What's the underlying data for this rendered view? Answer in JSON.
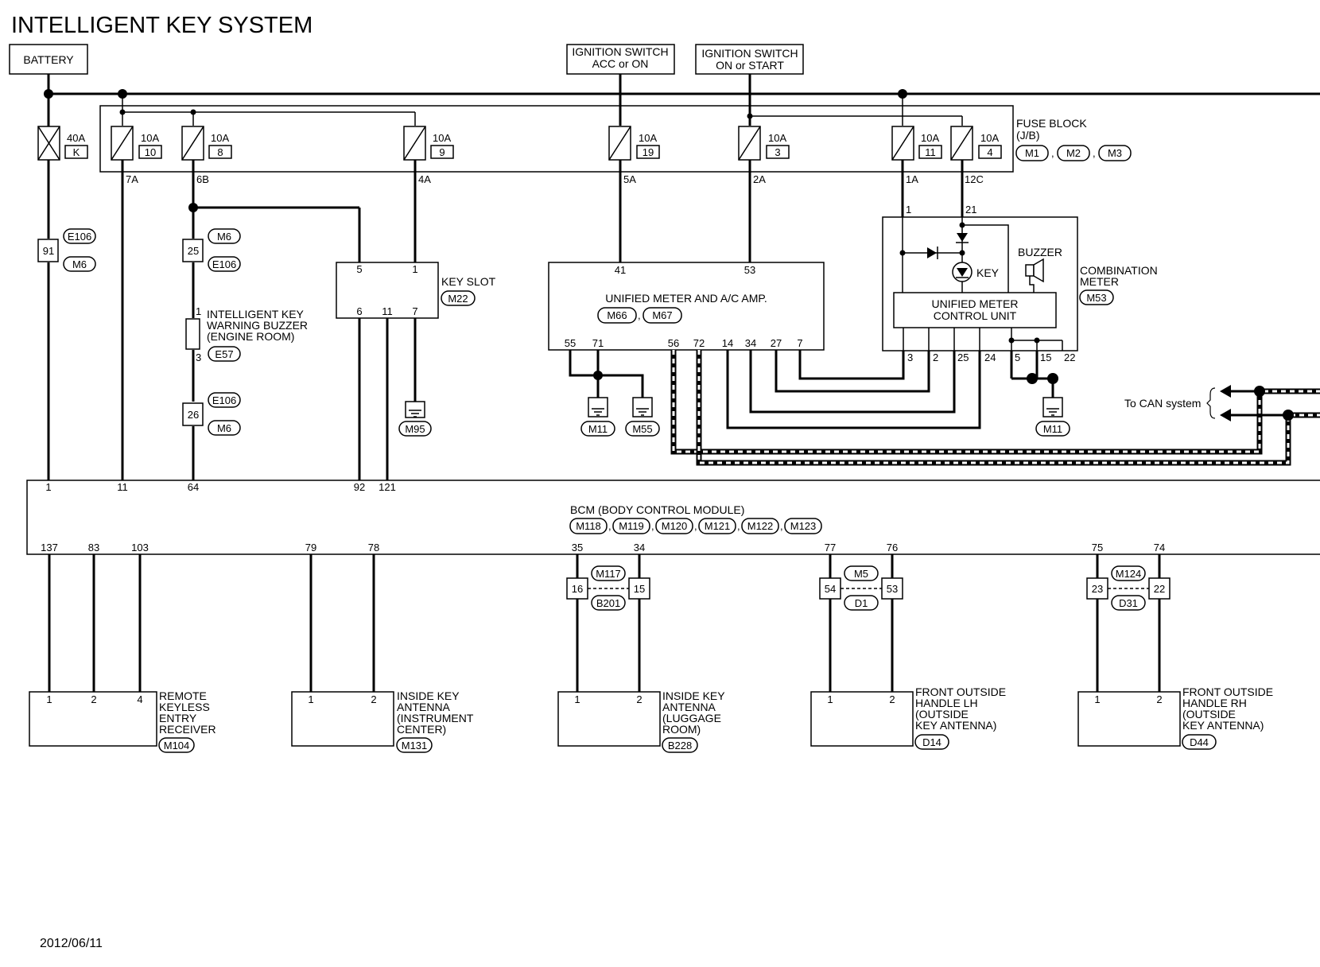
{
  "title": "INTELLIGENT KEY SYSTEM",
  "date": "2012/06/11",
  "sources": {
    "battery": "BATTERY",
    "ign_acc": [
      "IGNITION SWITCH",
      "ACC or ON"
    ],
    "ign_on": [
      "IGNITION SWITCH",
      "ON or START"
    ]
  },
  "fuses": [
    {
      "rating": "40A",
      "id": "K"
    },
    {
      "rating": "10A",
      "id": "10"
    },
    {
      "rating": "10A",
      "id": "8"
    },
    {
      "rating": "10A",
      "id": "9"
    },
    {
      "rating": "10A",
      "id": "19"
    },
    {
      "rating": "10A",
      "id": "3"
    },
    {
      "rating": "10A",
      "id": "11"
    },
    {
      "rating": "10A",
      "id": "4"
    }
  ],
  "fuse_block": {
    "label": [
      "FUSE BLOCK",
      "(J/B)"
    ],
    "connectors": [
      "M1",
      "M2",
      "M3"
    ],
    "outputs": [
      "7A",
      "6B",
      "4A",
      "5A",
      "2A",
      "1A",
      "12C"
    ]
  },
  "junctions": {
    "j91": {
      "pin": "91",
      "top": "E106",
      "bottom": "M6"
    },
    "j25": {
      "pin": "25",
      "top": "M6",
      "bottom": "E106"
    },
    "j26": {
      "pin": "26",
      "top": "E106",
      "bottom": "M6"
    }
  },
  "warning_buzzer": {
    "label": [
      "INTELLIGENT KEY",
      "WARNING BUZZER",
      "(ENGINE ROOM)"
    ],
    "connector": "E57",
    "pins": [
      "1",
      "3"
    ]
  },
  "key_slot": {
    "label": "KEY SLOT",
    "connector": "M22",
    "pins_top": [
      "5",
      "1"
    ],
    "pins_bottom": [
      "6",
      "11",
      "7"
    ],
    "ground": "M95"
  },
  "unified_meter": {
    "label": "UNIFIED METER AND A/C AMP.",
    "connectors": [
      "M66",
      "M67"
    ],
    "pins_top": [
      "41",
      "53"
    ],
    "pins_bottom": [
      "55",
      "71",
      "56",
      "72",
      "14",
      "34",
      "27",
      "7"
    ],
    "grounds": [
      "M11",
      "M55"
    ]
  },
  "combination_meter": {
    "label": [
      "COMBINATION",
      "METER"
    ],
    "connector": "M53",
    "buzzer": "BUZZER",
    "key": "KEY",
    "control_unit": [
      "UNIFIED METER",
      "CONTROL UNIT"
    ],
    "pins_top": [
      "1",
      "21"
    ],
    "pins_bottom": [
      "3",
      "2",
      "25",
      "24",
      "5",
      "15",
      "22"
    ],
    "ground": "M11"
  },
  "can": "To CAN system",
  "bcm": {
    "label": "BCM (BODY CONTROL MODULE)",
    "connectors": [
      "M118",
      "M119",
      "M120",
      "M121",
      "M122",
      "M123"
    ],
    "pins_top": [
      "1",
      "11",
      "64",
      "92",
      "121"
    ],
    "pins_bottom": [
      "137",
      "83",
      "103",
      "79",
      "78",
      "35",
      "34",
      "77",
      "76",
      "75",
      "74"
    ]
  },
  "inline_connectors": [
    {
      "pins": [
        "16",
        "15"
      ],
      "top": "M117",
      "bottom": "B201"
    },
    {
      "pins": [
        "54",
        "53"
      ],
      "top": "M5",
      "bottom": "D1"
    },
    {
      "pins": [
        "23",
        "22"
      ],
      "top": "M124",
      "bottom": "D31"
    }
  ],
  "components": [
    {
      "label": [
        "REMOTE",
        "KEYLESS",
        "ENTRY",
        "RECEIVER"
      ],
      "connector": "M104",
      "pins": [
        "1",
        "2",
        "4"
      ]
    },
    {
      "label": [
        "INSIDE KEY",
        "ANTENNA",
        "(INSTRUMENT",
        " CENTER)"
      ],
      "connector": "M131",
      "pins": [
        "1",
        "2"
      ]
    },
    {
      "label": [
        "INSIDE KEY",
        "ANTENNA",
        "(LUGGAGE",
        " ROOM)"
      ],
      "connector": "B228",
      "pins": [
        "1",
        "2"
      ]
    },
    {
      "label": [
        "FRONT OUTSIDE",
        "HANDLE LH",
        "(OUTSIDE",
        " KEY ANTENNA)"
      ],
      "connector": "D14",
      "pins": [
        "1",
        "2"
      ]
    },
    {
      "label": [
        "FRONT OUTSIDE",
        "HANDLE RH",
        "(OUTSIDE",
        " KEY ANTENNA)"
      ],
      "connector": "D44",
      "pins": [
        "1",
        "2"
      ]
    }
  ]
}
